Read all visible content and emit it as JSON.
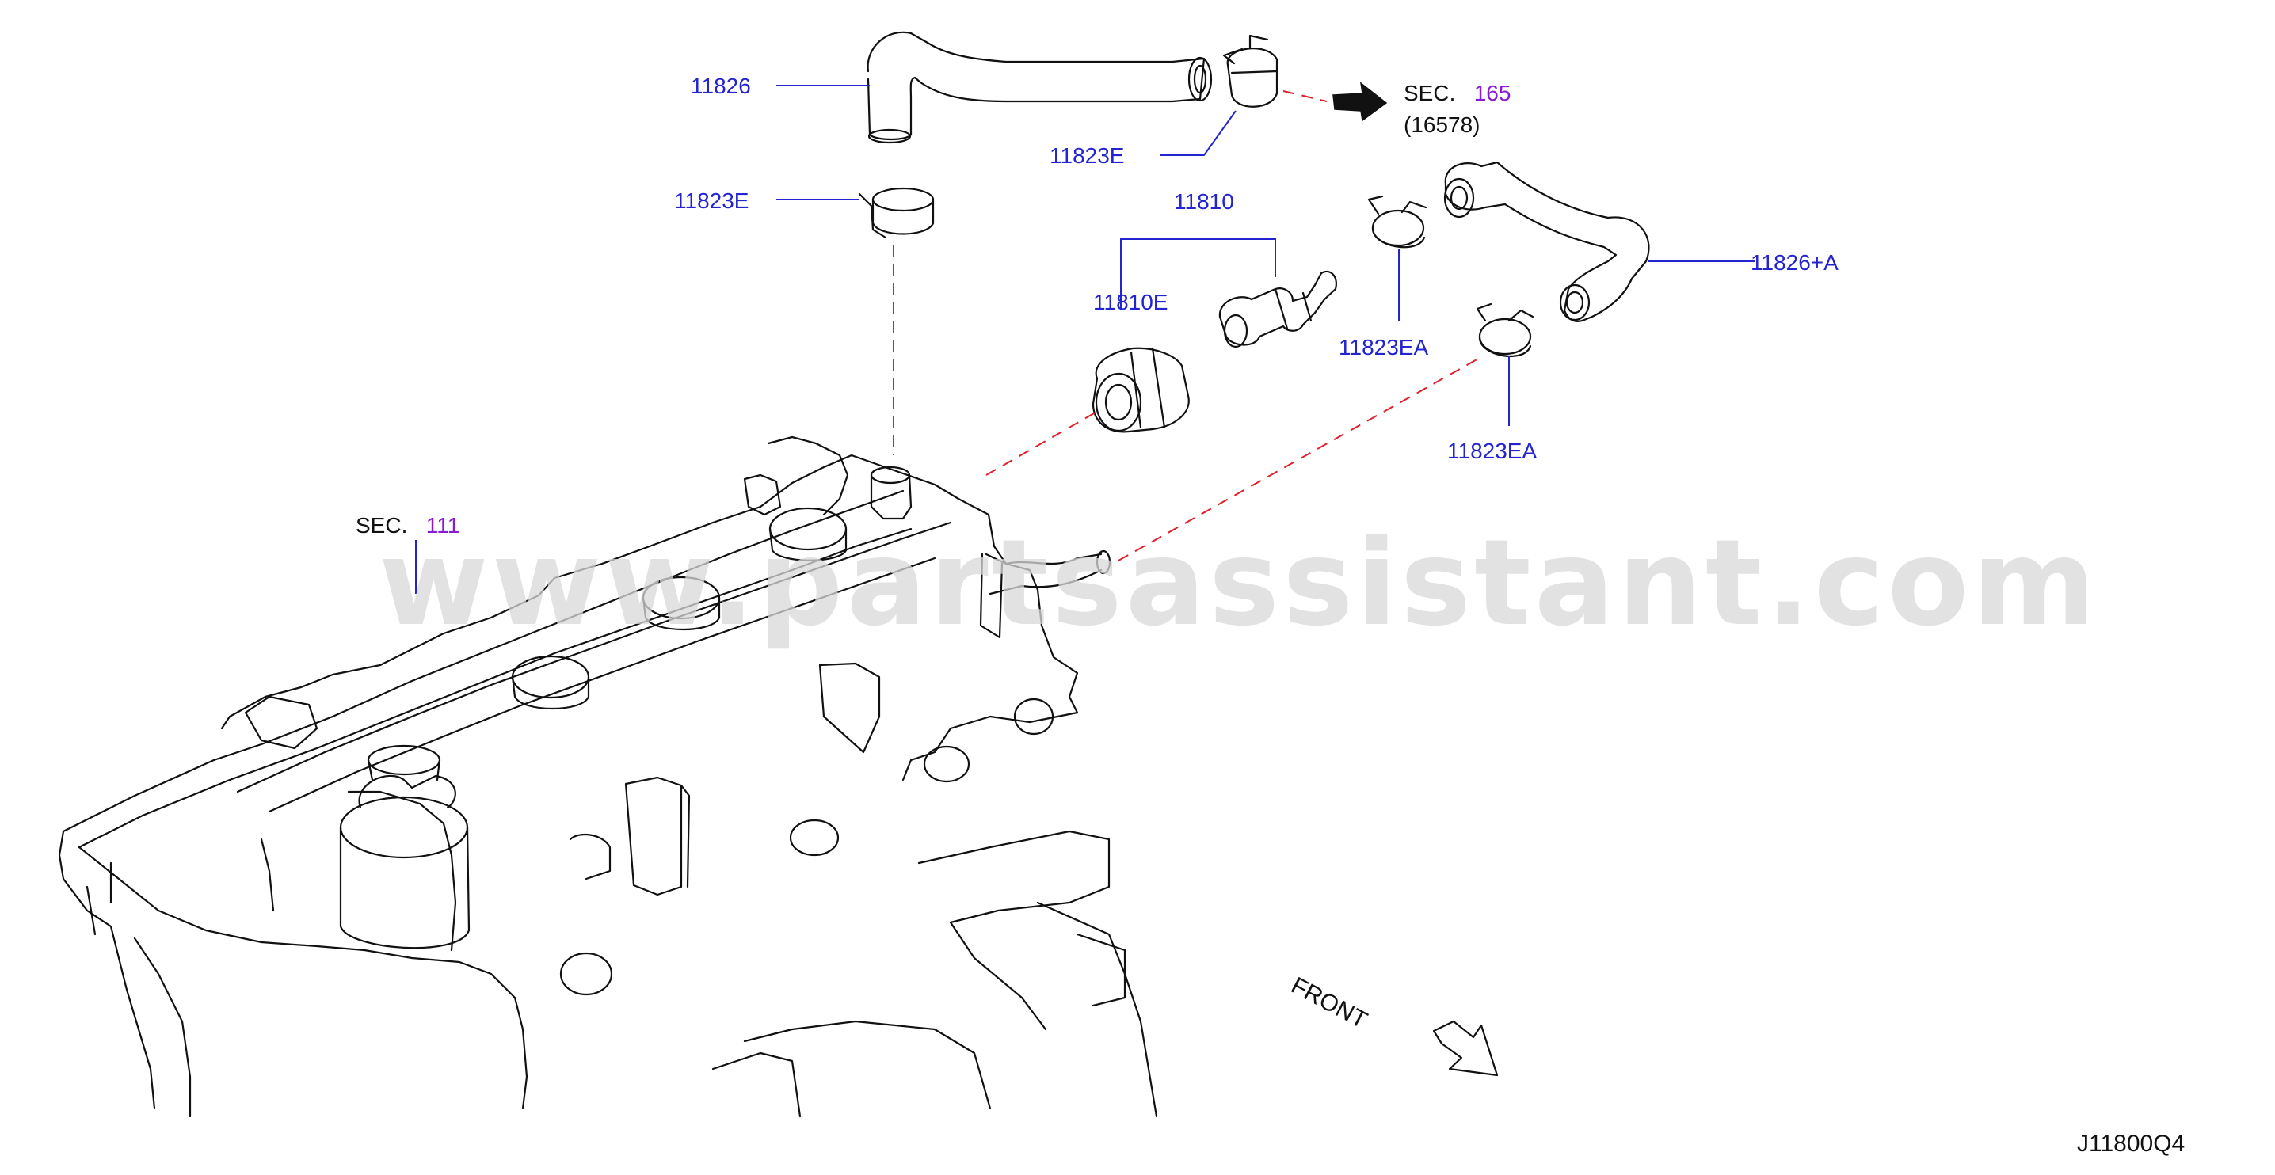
{
  "diagram": {
    "watermark": "www.partsassistant.com",
    "drawing_code": "J11800Q4",
    "orientation_label": "FRONT",
    "callouts": [
      {
        "id": "c1",
        "text": "11826"
      },
      {
        "id": "c2",
        "text": "11823E"
      },
      {
        "id": "c3",
        "text": "11823E"
      },
      {
        "id": "c4",
        "text": "11810"
      },
      {
        "id": "c5",
        "text": "11810E"
      },
      {
        "id": "c6",
        "text": "11826+A"
      },
      {
        "id": "c7",
        "text": "11823EA"
      },
      {
        "id": "c8",
        "text": "11823EA"
      }
    ],
    "section_refs": [
      {
        "prefix": "SEC.",
        "number": "165",
        "sub": "(16578)"
      },
      {
        "prefix": "SEC.",
        "number": "111"
      }
    ],
    "colors": {
      "callout_text": "#2323cf",
      "section_number": "#8a1bd1",
      "leader_line": "#2323cf",
      "dashed_line": "#e0202a",
      "drawing_line": "#111111"
    }
  }
}
